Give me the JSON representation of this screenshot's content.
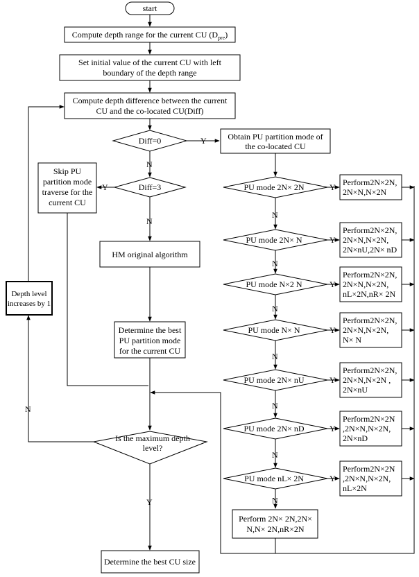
{
  "nodes": {
    "start": "start",
    "compute_range": "Compute depth range for the current CU (D",
    "compute_range_sub": "pre",
    "compute_range_close": ")",
    "set_initial_1": "Set initial value of the current CU with left",
    "set_initial_2": "boundary of the depth range",
    "compute_diff_1": "Compute depth difference between the current",
    "compute_diff_2": "CU and the co-located CU(Diff)",
    "diff0": "Diff=0",
    "diff3": "Diff=3",
    "obtain_1": "Obtain PU partition mode of",
    "obtain_2": "the co-located CU",
    "skip_1": "Skip PU",
    "skip_2": "partition mode",
    "skip_3": "traverse for the",
    "skip_4": "current CU",
    "hm": "HM original algorithm",
    "determine_pu_1": "Determine the best",
    "determine_pu_2": "PU partition mode",
    "determine_pu_3": "for the current CU",
    "depth_inc_1": "Depth level",
    "depth_inc_2": "increases by 1",
    "max_depth_1": "Is the maximum depth",
    "max_depth_2": "level?",
    "best_cu": "Determine the best CU size",
    "final_1": "Perform 2N× 2N,2N×",
    "final_2": "N,N× 2N,nR×2N"
  },
  "pu_modes": [
    {
      "label": "PU mode 2N× 2N",
      "perform": [
        "Perform2N×2N,",
        "2N×N,N×2N"
      ]
    },
    {
      "label": "PU mode 2N× N",
      "perform": [
        "Perform2N×2N,",
        "2N×N,N×2N,",
        "2N×nU,2N× nD"
      ]
    },
    {
      "label": "PU mode N×2 N",
      "perform": [
        "Perform2N×2N,",
        "2N×N,N×2N,",
        "nL×2N,nR× 2N"
      ]
    },
    {
      "label": "PU mode N× N",
      "perform": [
        "Perform2N×2N,",
        "2N×N,N×2N,",
        "N× N"
      ]
    },
    {
      "label": "PU mode 2N× nU",
      "perform": [
        "Perform2N×2N,",
        "2N×N,N×2N ,",
        "2N×nU"
      ]
    },
    {
      "label": "PU mode 2N× nD",
      "perform": [
        "Perform2N×2N",
        ",2N×N,N×2N,",
        "2N×nD"
      ]
    },
    {
      "label": "PU mode nL× 2N",
      "perform": [
        "Perform2N×2N",
        ",2N×N,N×2N,",
        "nL×2N"
      ]
    }
  ],
  "edge_labels": {
    "yes": "Y",
    "no": "N"
  }
}
